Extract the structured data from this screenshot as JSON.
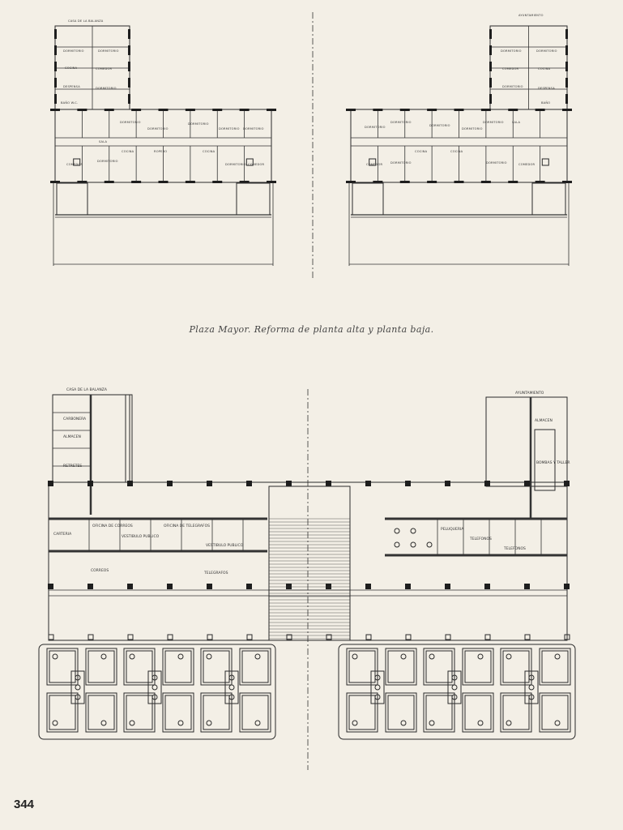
{
  "upper_plan": {
    "left_building_label": "CASA DE LA BALANZA",
    "right_building_label": "AYUNTAMIENTO",
    "rooms_left": [
      "DORMITORIO",
      "DORMITORIO",
      "COCINA",
      "COMEDOR",
      "DESPENSA",
      "DORMITORIO",
      "BAÑO W.C.",
      "SALA",
      "DORMITORIO",
      "DORMITORIO",
      "DORMITORIO",
      "DORMITORIO",
      "DORMITORIO",
      "COMEDOR",
      "DORMITORIO",
      "COCINA",
      "ROPERO",
      "COCINA",
      "DORMITORIO",
      "COMEDOR"
    ],
    "rooms_right": [
      "DORMITORIO",
      "DORMITORIO",
      "COMEDOR",
      "COCINA",
      "DORMITORIO",
      "DESPENSA",
      "BAÑO",
      "DORMITORIO",
      "DORMITORIO",
      "DORMITORIO",
      "DORMITORIO",
      "DORMITORIO",
      "SALA",
      "COMEDOR",
      "DORMITORIO",
      "COCINA",
      "COCINA",
      "DORMITORIO",
      "COMEDOR"
    ]
  },
  "caption": "Plaza Mayor. Reforma de planta alta y planta baja.",
  "lower_plan": {
    "left_building_label": "CASA DE LA BALANZA",
    "right_building_label": "AYUNTAMIENTO",
    "rooms_left": [
      "CARBONERA",
      "ALMACEN",
      "RETRETES",
      "CARTERIA",
      "OFICINA DE CORREOS",
      "VESTIBULO PUBLICO",
      "OFICINA DE TELEGRAFOS",
      "VESTIBULO PUBLICO",
      "CORREOS",
      "TELEGRAFOS"
    ],
    "rooms_right": [
      "ALMACEN",
      "BOMBAS Y TALLER",
      "PELUQUERIA",
      "TELEFONOS",
      "TELEFONOS"
    ]
  },
  "page_number": "344"
}
